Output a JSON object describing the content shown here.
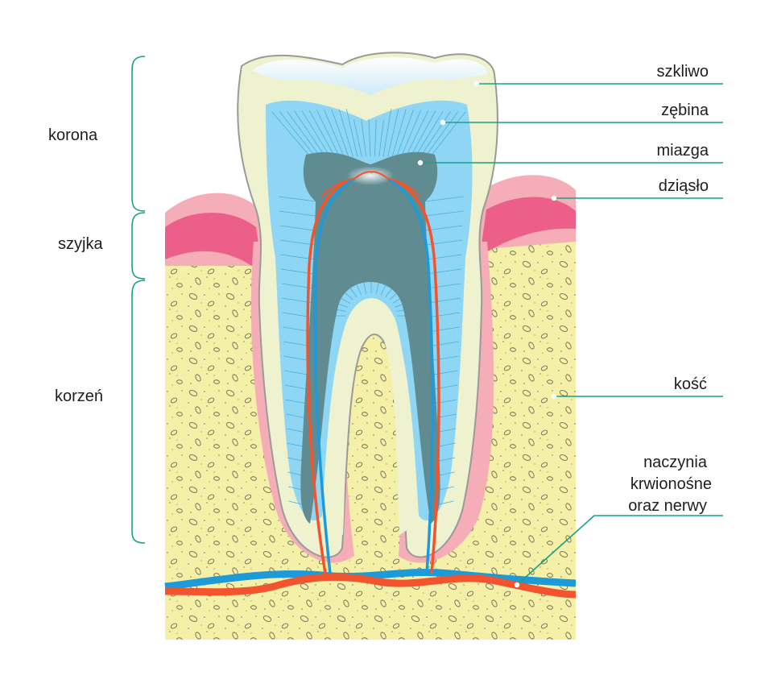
{
  "labels": {
    "left": {
      "crown": "korona",
      "neck": "szyjka",
      "root": "korzeń"
    },
    "right": {
      "enamel": "szkliwo",
      "dentin": "zębina",
      "pulp": "miazga",
      "gum": "dziąsło",
      "bone": "kość",
      "vessels_line1": "naczynia",
      "vessels_line2": "krwionośne",
      "vessels_line3": "oraz nerwy"
    }
  },
  "colors": {
    "bone": "#f5f0a8",
    "enamel": "#eef2cf",
    "dentin": "#8fd6f4",
    "pulp": "#5f8b91",
    "gum_light": "#f5aeb7",
    "gum_dark": "#ec5f88",
    "artery": "#f2542d",
    "nerve": "#1e9ad8",
    "leader": "#1aa088"
  }
}
